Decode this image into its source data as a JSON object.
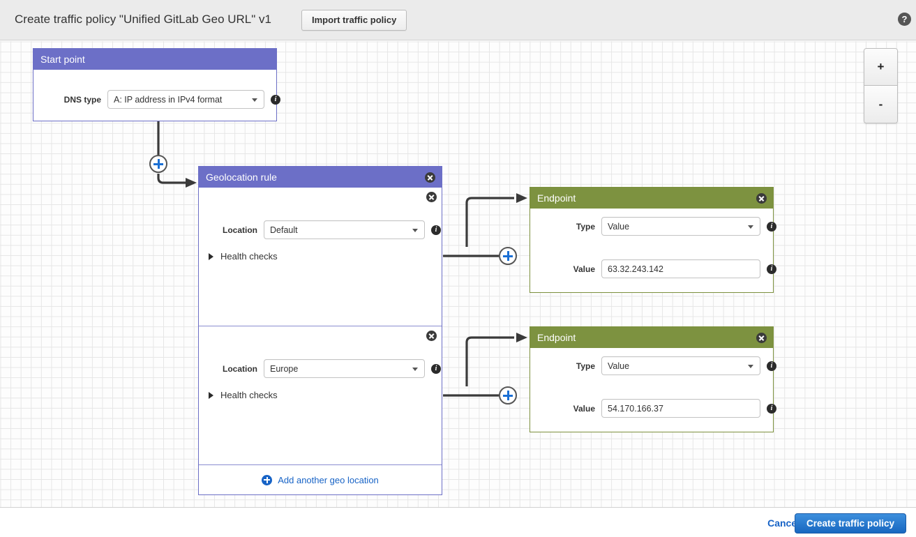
{
  "header": {
    "title": "Create traffic policy \"Unified GitLab Geo URL\" v1",
    "import_label": "Import traffic policy",
    "help_icon": "help-circle-icon"
  },
  "canvas": {
    "zoom_in_label": "+",
    "zoom_out_label": "-",
    "connector_icon": "plus-circle-connector-icon"
  },
  "start_point": {
    "title": "Start point",
    "dns_type": {
      "label": "DNS type",
      "value": "A: IP address in IPv4 format",
      "info_icon": "info-icon"
    }
  },
  "geolocation_rule": {
    "title": "Geolocation rule",
    "close_icon": "close-icon",
    "sections": [
      {
        "location_label": "Location",
        "location_value": "Default",
        "health_checks_label": "Health checks",
        "expander_icon": "triangle-right-icon",
        "info_icon": "info-icon",
        "close_icon": "close-icon"
      },
      {
        "location_label": "Location",
        "location_value": "Europe",
        "health_checks_label": "Health checks",
        "expander_icon": "triangle-right-icon",
        "info_icon": "info-icon",
        "close_icon": "close-icon"
      }
    ],
    "add_location_label": "Add another geo location",
    "add_location_icon": "plus-circle-icon"
  },
  "endpoints": [
    {
      "title": "Endpoint",
      "close_icon": "close-icon",
      "type_label": "Type",
      "type_value": "Value",
      "value_label": "Value",
      "value_value": "63.32.243.142",
      "info_icon": "info-icon"
    },
    {
      "title": "Endpoint",
      "close_icon": "close-icon",
      "type_label": "Type",
      "type_value": "Value",
      "value_label": "Value",
      "value_value": "54.170.166.37",
      "info_icon": "info-icon"
    }
  ],
  "footer": {
    "cancel_label": "Cancel",
    "create_label": "Create traffic policy"
  },
  "colors": {
    "rule_header": "#6c6fc7",
    "endpoint_header": "#7d9240",
    "link_blue": "#1763c6",
    "primary_button": "#1867c0"
  }
}
